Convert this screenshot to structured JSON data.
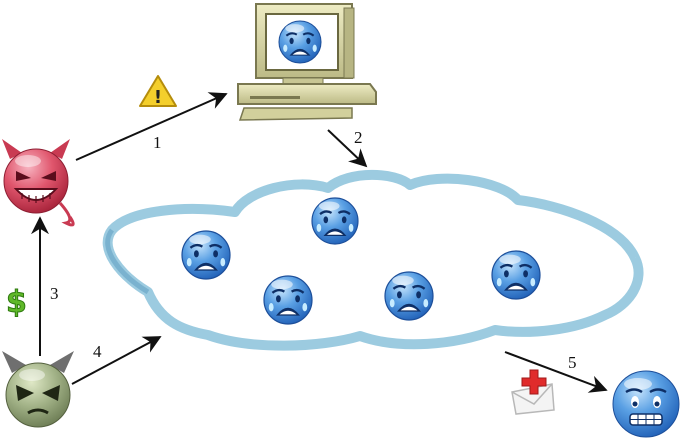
{
  "edges": [
    {
      "id": "1",
      "label": "1"
    },
    {
      "id": "2",
      "label": "2"
    },
    {
      "id": "3",
      "label": "3"
    },
    {
      "id": "4",
      "label": "4"
    },
    {
      "id": "5",
      "label": "5"
    }
  ],
  "symbols": {
    "warning": "!",
    "money": "$"
  },
  "colors": {
    "victim_blue": "#3b86dc",
    "attacker_red": "#d93e55",
    "attacker_green": "#8fa070",
    "cloud_stroke": "#9ccbe0",
    "arrow": "#111111",
    "money_green": "#5fb829",
    "warning_yellow": "#f4cf2c",
    "monitor_beige": "#d9d7a4"
  },
  "icons": [
    "computer-icon",
    "crying-face-icon",
    "devil-face-icon",
    "horned-face-icon",
    "worried-face-icon",
    "warning-icon",
    "dollar-icon",
    "mail-icon"
  ]
}
